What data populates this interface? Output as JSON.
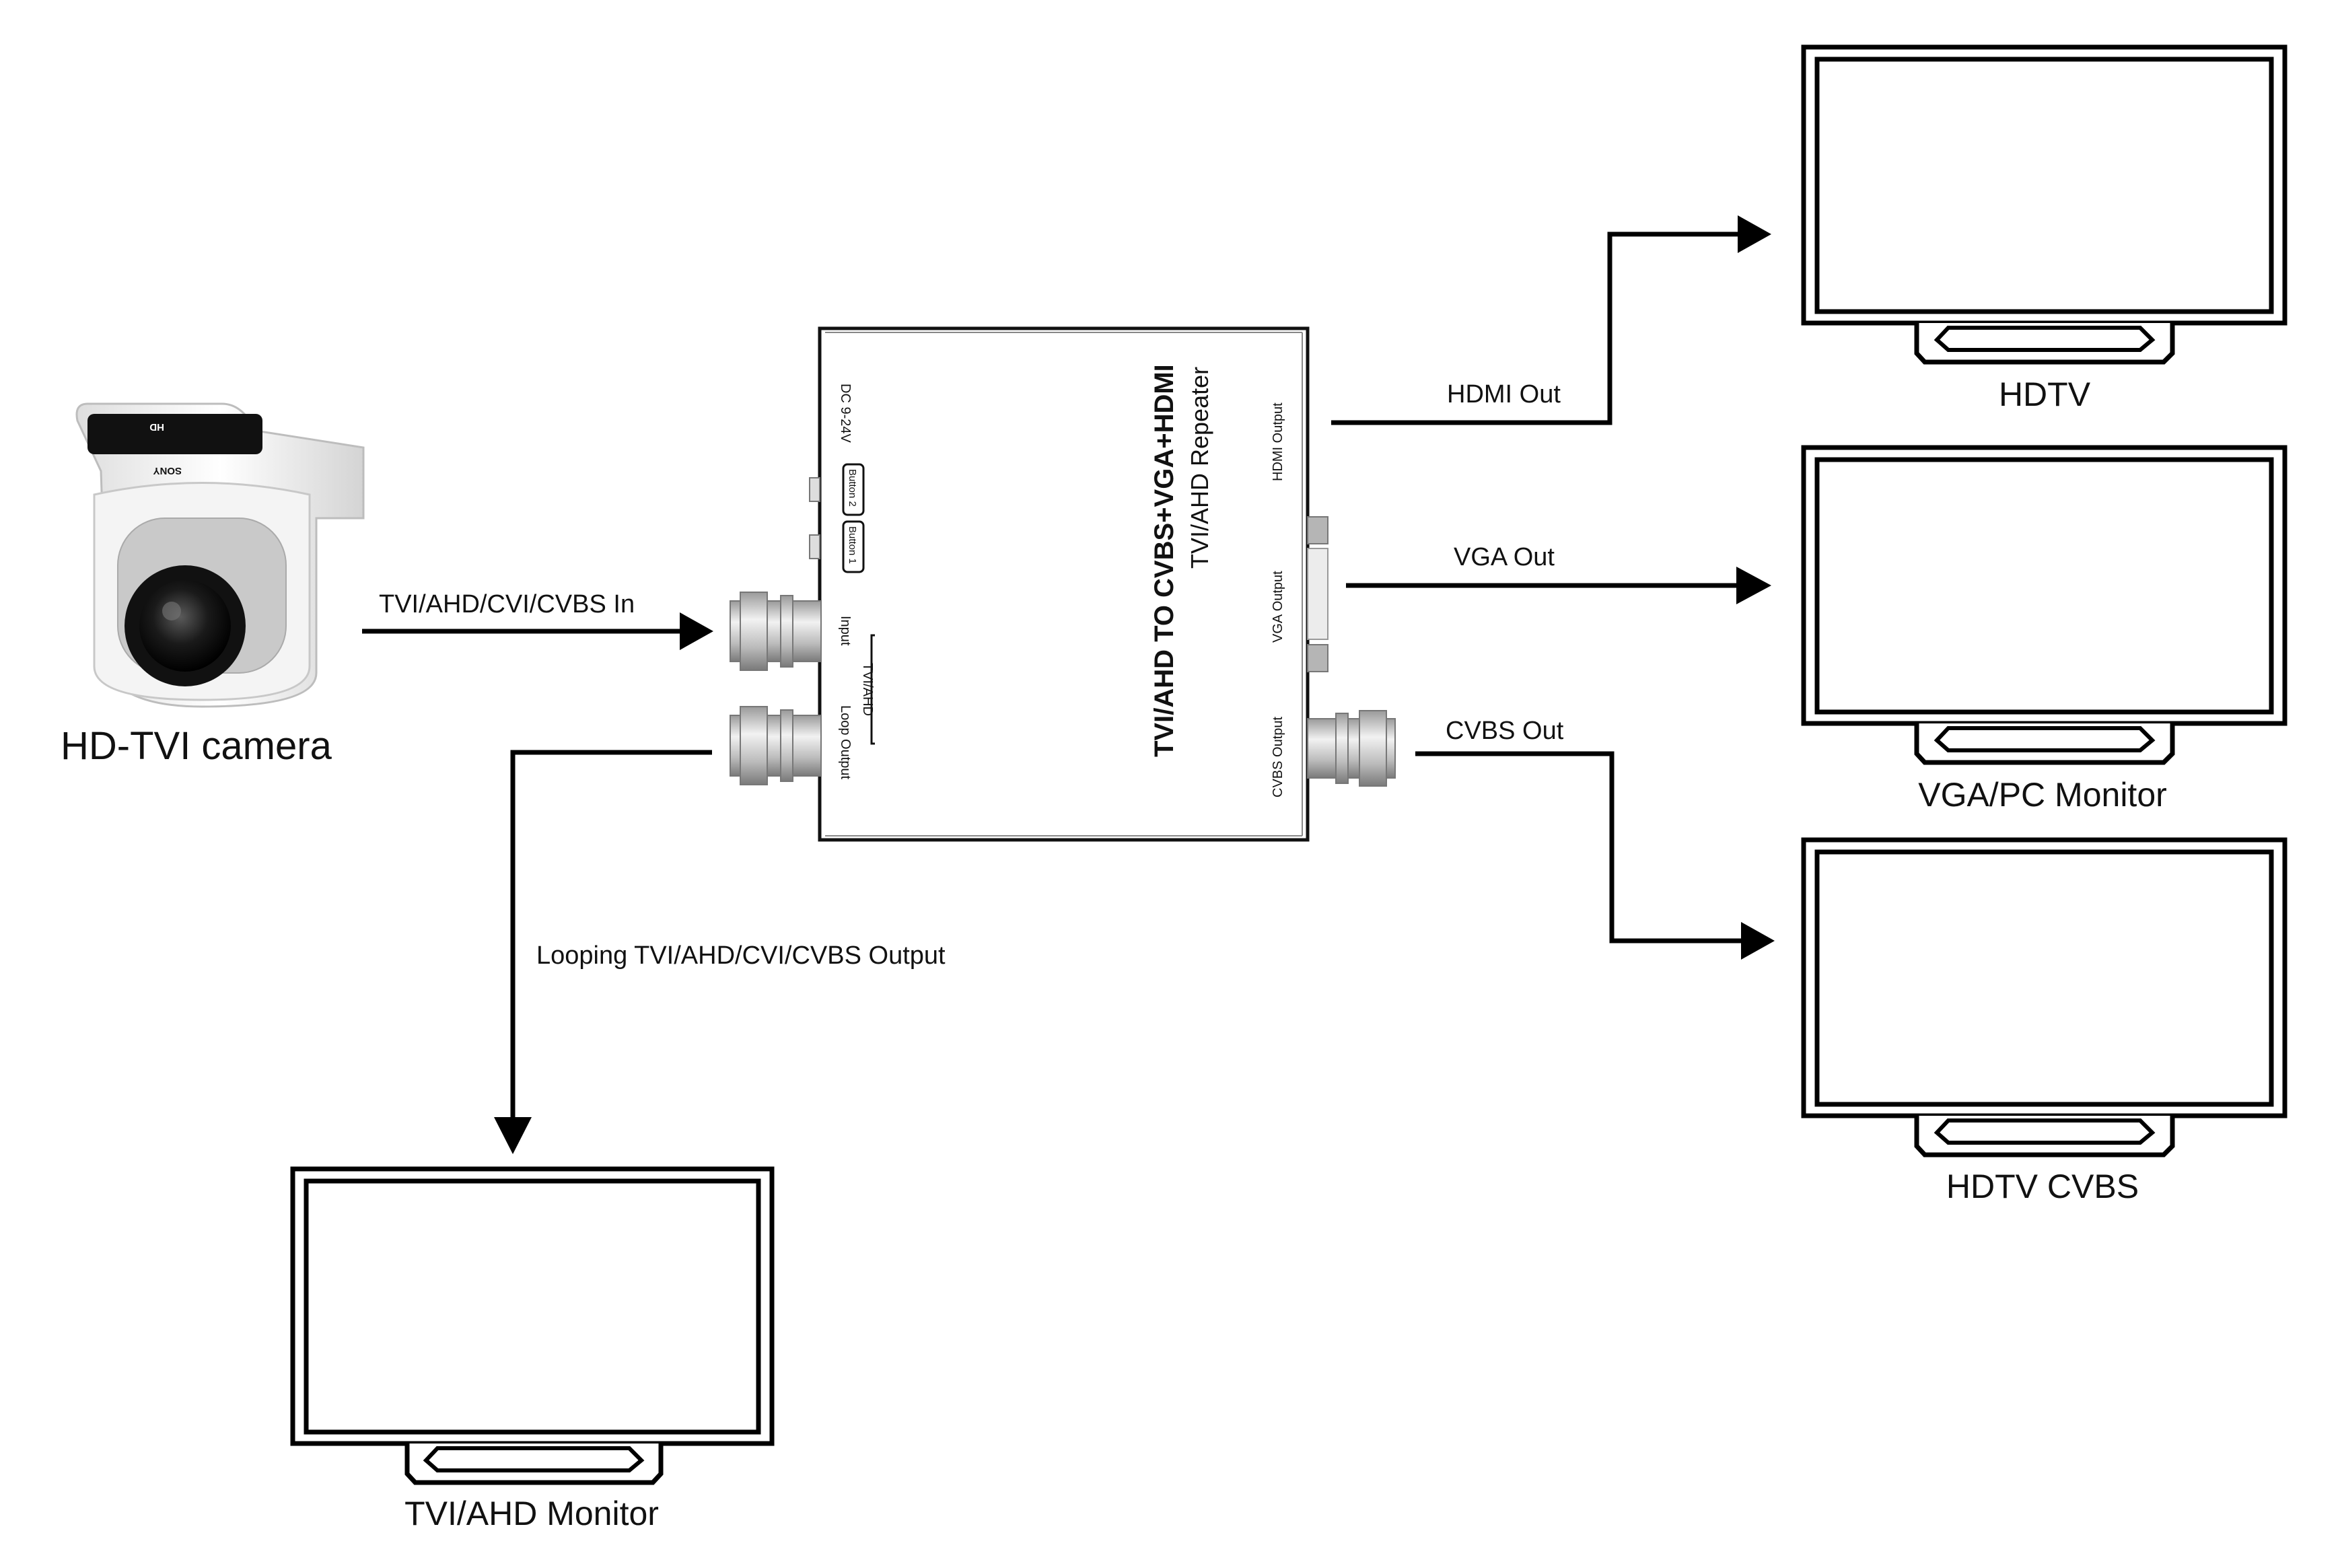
{
  "camera": {
    "label": "HD-TVI camera",
    "brand": "SONY",
    "badge": "HD"
  },
  "converter": {
    "title": "TVI/AHD TO CVBS+VGA+HDMI",
    "subtitle": "TVI/AHD Repeater",
    "power_label": "DC 9-24V",
    "button2_label": "Button 2",
    "button1_label": "Button 1",
    "input_label": "Input",
    "loop_label": "Loop Output",
    "group_label": "TVI/AHD",
    "hdmi_port_label": "HDMI Output",
    "vga_port_label": "VGA Output",
    "cvbs_port_label": "CVBS Output"
  },
  "connections": {
    "input": "TVI/AHD/CVI/CVBS In",
    "loop": "Looping TVI/AHD/CVI/CVBS Output",
    "hdmi": "HDMI Out",
    "vga": "VGA Out",
    "cvbs": "CVBS Out"
  },
  "monitors": {
    "hdtv": "HDTV",
    "vga_pc": "VGA/PC Monitor",
    "hdtv_cvbs": "HDTV CVBS",
    "tvi_ahd": "TVI/AHD Monitor"
  },
  "colors": {
    "line": "#000000",
    "device": "#ffffff",
    "connector": "#c8c8c8"
  }
}
